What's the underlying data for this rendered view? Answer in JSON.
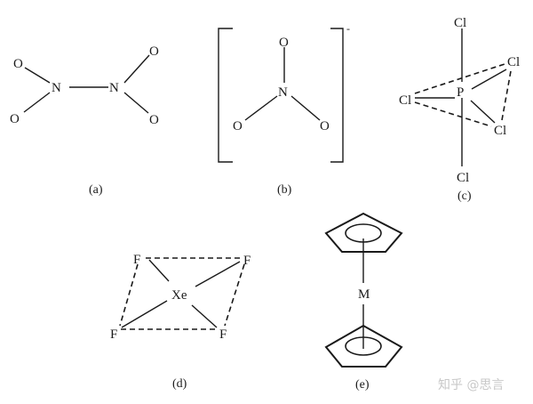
{
  "structures": {
    "a": {
      "label": "(a)",
      "atoms": {
        "n1": "N",
        "n2": "N",
        "o1": "O",
        "o2": "O",
        "o3": "O",
        "o4": "O"
      }
    },
    "b": {
      "label": "(b)",
      "charge": "-",
      "atoms": {
        "n": "N",
        "o_top": "O",
        "o_left": "O",
        "o_right": "O"
      }
    },
    "c": {
      "label": "(c)",
      "atoms": {
        "p": "P",
        "cl_top": "Cl",
        "cl_bottom": "Cl",
        "cl_left": "Cl",
        "cl_right": "Cl",
        "cl_lower_right": "Cl"
      }
    },
    "d": {
      "label": "(d)",
      "atoms": {
        "xe": "Xe",
        "f_tl": "F",
        "f_tr": "F",
        "f_bl": "F",
        "f_br": "F"
      }
    },
    "e": {
      "label": "(e)",
      "atoms": {
        "m": "M"
      }
    }
  },
  "watermark": "知乎 @思言"
}
